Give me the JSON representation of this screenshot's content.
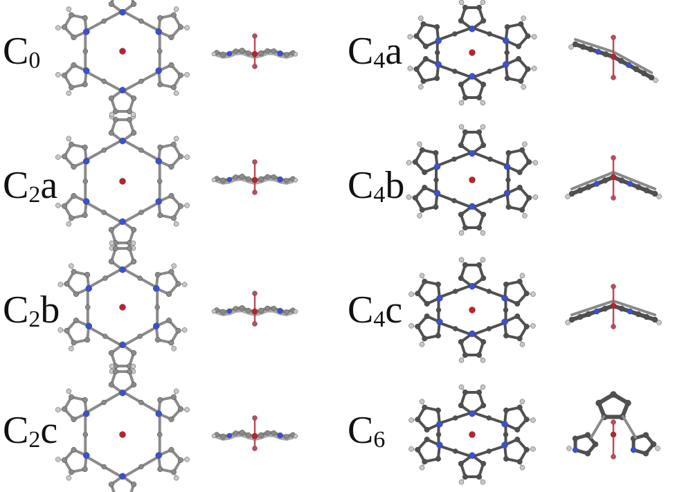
{
  "figure": {
    "panels": [
      {
        "id": "c0",
        "label_main": "C",
        "label_sub": "0",
        "label_tail": "",
        "kind": "ring-round"
      },
      {
        "id": "c4a",
        "label_main": "C",
        "label_sub": "4",
        "label_tail": "a",
        "kind": "ring-oval"
      },
      {
        "id": "c2a",
        "label_main": "C",
        "label_sub": "2",
        "label_tail": "a",
        "kind": "ring-round"
      },
      {
        "id": "c4b",
        "label_main": "C",
        "label_sub": "4",
        "label_tail": "b",
        "kind": "ring-oval"
      },
      {
        "id": "c2b",
        "label_main": "C",
        "label_sub": "2",
        "label_tail": "b",
        "kind": "ring-round"
      },
      {
        "id": "c4c",
        "label_main": "C",
        "label_sub": "4",
        "label_tail": "c",
        "kind": "ring-oval"
      },
      {
        "id": "c2c",
        "label_main": "C",
        "label_sub": "2",
        "label_tail": "c",
        "kind": "ring-round"
      },
      {
        "id": "c6",
        "label_main": "C",
        "label_sub": "6",
        "label_tail": "",
        "kind": "ring-oval"
      }
    ],
    "colors": {
      "carbon": "#8a8a8a",
      "carbon_dark": "#505050",
      "nitrogen": "#3a4fd8",
      "hydrogen": "#c8c8c8",
      "metal": "#c0202a",
      "axial": "#c04a5a"
    }
  }
}
